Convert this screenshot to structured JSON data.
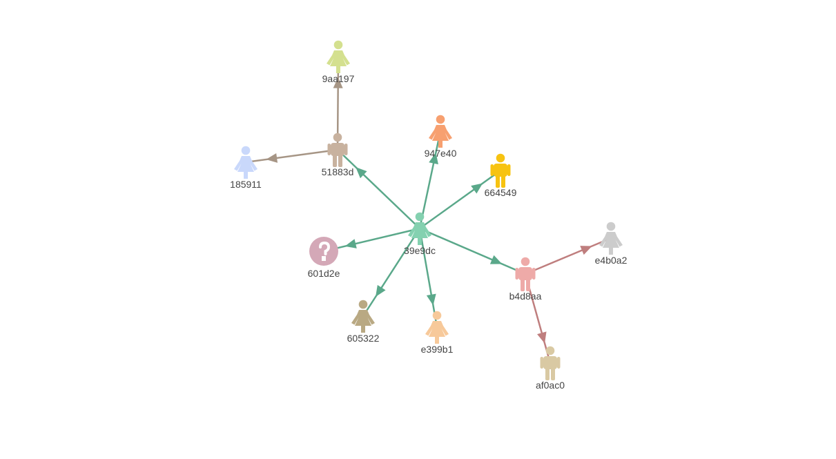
{
  "nodes": [
    {
      "id": "39e9dc",
      "label": "39e9dc",
      "kind": "female",
      "color": "#84d1b0"
    },
    {
      "id": "51883d",
      "label": "51883d",
      "kind": "male",
      "color": "#c8b29f"
    },
    {
      "id": "9aa197",
      "label": "9aa197",
      "kind": "female",
      "color": "#d4e08f"
    },
    {
      "id": "185911",
      "label": "185911",
      "kind": "female",
      "color": "#c9d8fb"
    },
    {
      "id": "947e40",
      "label": "947e40",
      "kind": "female",
      "color": "#f7a070"
    },
    {
      "id": "664549",
      "label": "664549",
      "kind": "male",
      "color": "#f7c311"
    },
    {
      "id": "601d2e",
      "label": "601d2e",
      "kind": "unknown",
      "color": "#d4a8b7"
    },
    {
      "id": "605322",
      "label": "605322",
      "kind": "female",
      "color": "#b9a983"
    },
    {
      "id": "e399b1",
      "label": "e399b1",
      "kind": "female",
      "color": "#f7c99a"
    },
    {
      "id": "b4d8aa",
      "label": "b4d8aa",
      "kind": "male",
      "color": "#eeaaa8"
    },
    {
      "id": "e4b0a2",
      "label": "e4b0a2",
      "kind": "female",
      "color": "#cccccc"
    },
    {
      "id": "af0ac0",
      "label": "af0ac0",
      "kind": "male",
      "color": "#d9c9a3"
    }
  ],
  "edges": [
    {
      "from": "39e9dc",
      "to": "51883d",
      "color": "#5aa88a"
    },
    {
      "from": "39e9dc",
      "to": "947e40",
      "color": "#5aa88a"
    },
    {
      "from": "39e9dc",
      "to": "664549",
      "color": "#5aa88a"
    },
    {
      "from": "39e9dc",
      "to": "601d2e",
      "color": "#5aa88a"
    },
    {
      "from": "39e9dc",
      "to": "605322",
      "color": "#5aa88a"
    },
    {
      "from": "39e9dc",
      "to": "e399b1",
      "color": "#5aa88a"
    },
    {
      "from": "39e9dc",
      "to": "b4d8aa",
      "color": "#5aa88a"
    },
    {
      "from": "51883d",
      "to": "9aa197",
      "color": "#a69585"
    },
    {
      "from": "51883d",
      "to": "185911",
      "color": "#a69585"
    },
    {
      "from": "b4d8aa",
      "to": "e4b0a2",
      "color": "#bf7e7e"
    },
    {
      "from": "b4d8aa",
      "to": "af0ac0",
      "color": "#bf7e7e"
    }
  ]
}
